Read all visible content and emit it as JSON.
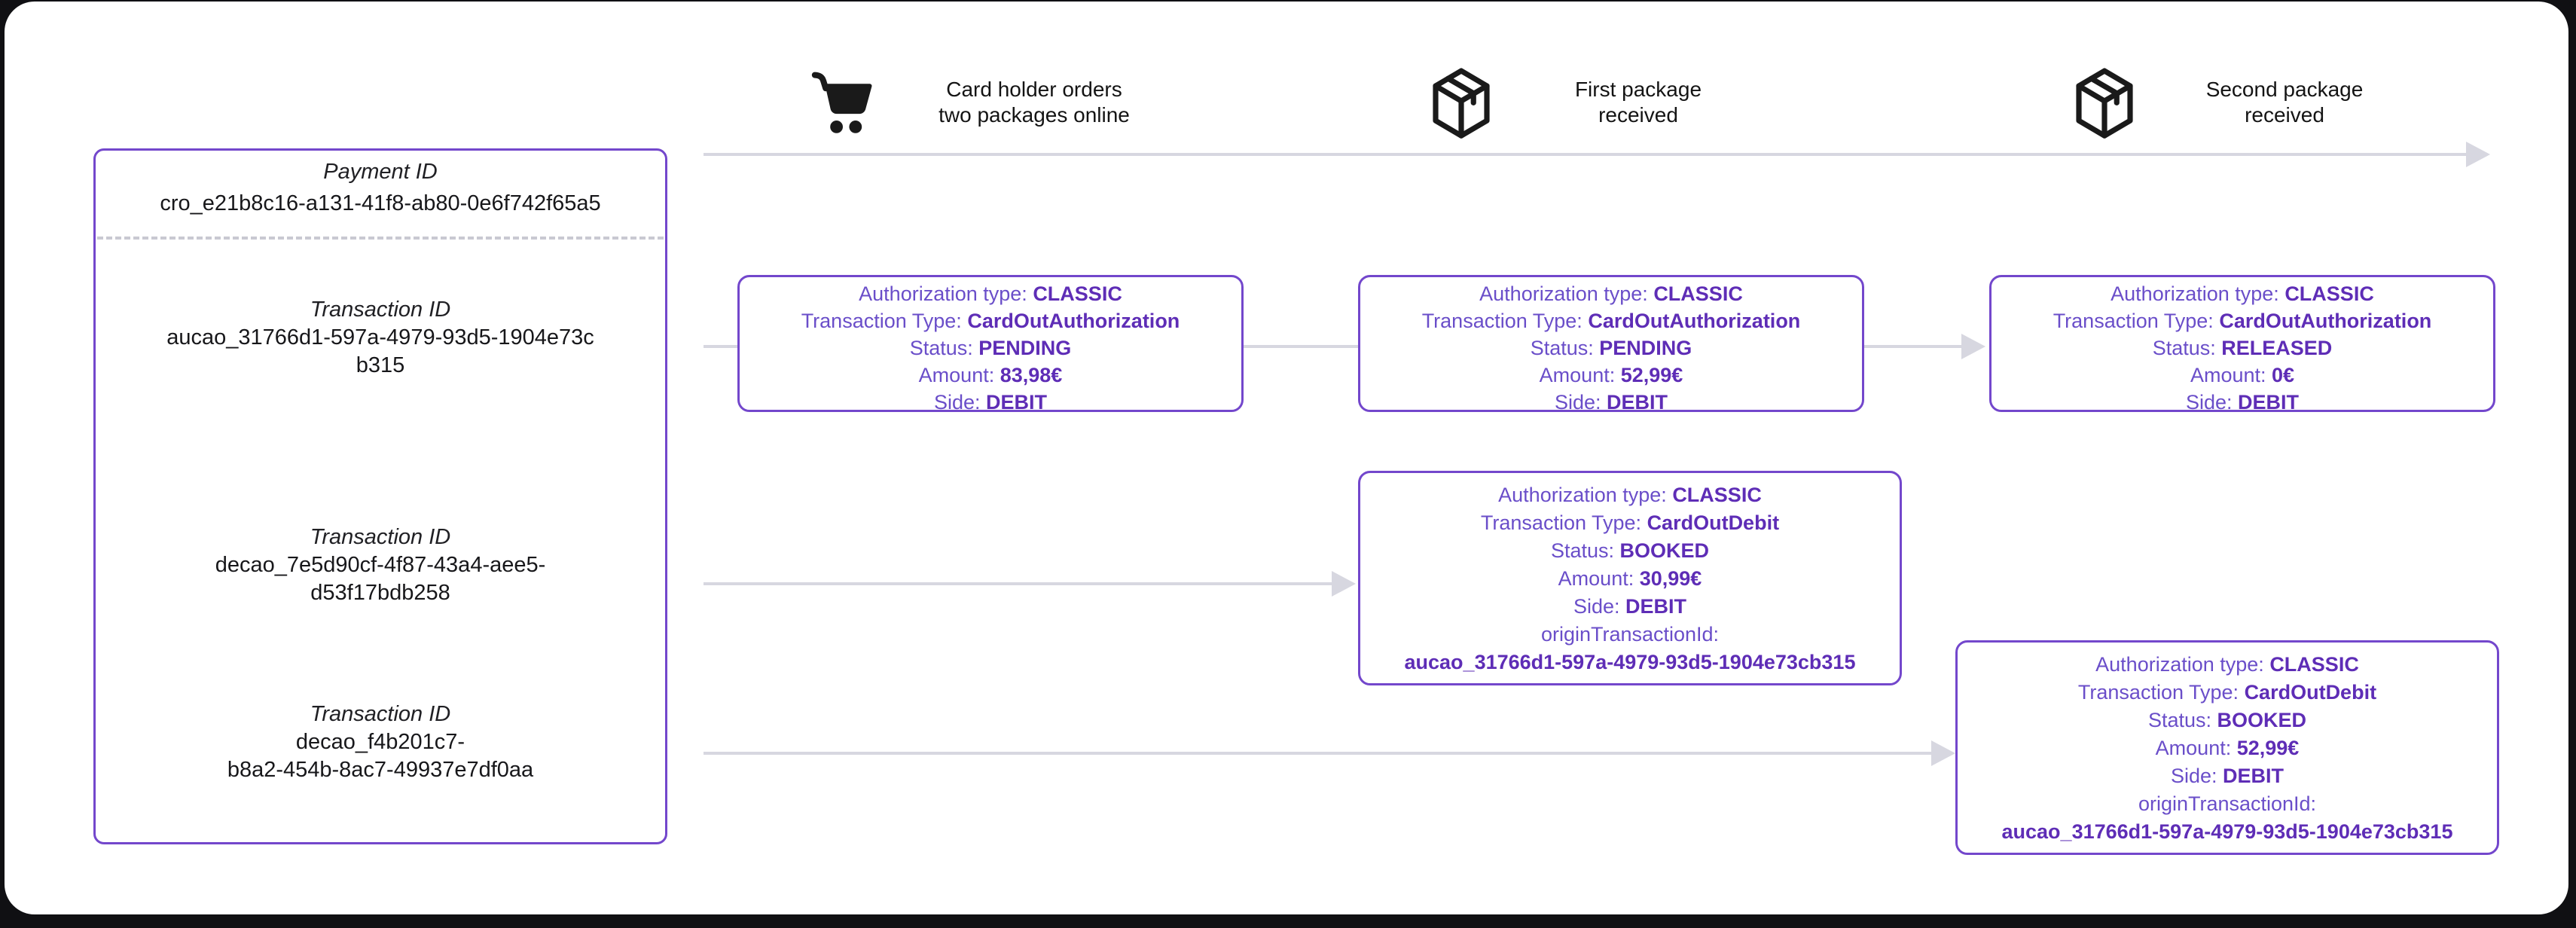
{
  "colors": {
    "accent_purple_border": "#7347cc",
    "purple_label_text": "#6a4ec9",
    "purple_value_text": "#5e2db6",
    "connector_gray": "#d7d7e0",
    "dark_text": "#17171a"
  },
  "timeline": {
    "steps": [
      {
        "icon": "shopping-cart",
        "line1": "Card holder orders",
        "line2": "two packages online"
      },
      {
        "icon": "package",
        "line1": "First package",
        "line2": "received"
      },
      {
        "icon": "package",
        "line1": "Second package",
        "line2": "received"
      }
    ]
  },
  "payment_panel": {
    "payment_label": "Payment ID",
    "payment_id": "cro_e21b8c16-a131-41f8-ab80-0e6f742f65a5",
    "transactions": [
      {
        "label": "Transaction ID",
        "id_line1": "aucao_31766d1-597a-4979-93d5-1904e73c",
        "id_line2": "b315"
      },
      {
        "label": "Transaction ID",
        "id_line1": "decao_7e5d90cf-4f87-43a4-aee5-",
        "id_line2": "d53f17bdb258"
      },
      {
        "label": "Transaction ID",
        "id_line1": "decao_f4b201c7-",
        "id_line2": "b8a2-454b-8ac7-49937e7df0aa"
      }
    ]
  },
  "transaction_boxes": [
    {
      "fields": [
        {
          "label": "Authorization type:",
          "value": "CLASSIC"
        },
        {
          "label": "Transaction Type:",
          "value": "CardOutAuthorization"
        },
        {
          "label": "Status:",
          "value": "PENDING"
        },
        {
          "label": "Amount:",
          "value": "83,98€"
        },
        {
          "label": "Side:",
          "value": "DEBIT"
        }
      ]
    },
    {
      "fields": [
        {
          "label": "Authorization type:",
          "value": "CLASSIC"
        },
        {
          "label": "Transaction Type:",
          "value": "CardOutAuthorization"
        },
        {
          "label": "Status:",
          "value": "PENDING"
        },
        {
          "label": "Amount:",
          "value": "52,99€"
        },
        {
          "label": "Side:",
          "value": "DEBIT"
        }
      ]
    },
    {
      "fields": [
        {
          "label": "Authorization type:",
          "value": "CLASSIC"
        },
        {
          "label": "Transaction Type:",
          "value": "CardOutAuthorization"
        },
        {
          "label": "Status:",
          "value": "RELEASED"
        },
        {
          "label": "Amount:",
          "value": "0€"
        },
        {
          "label": "Side:",
          "value": "DEBIT"
        }
      ]
    },
    {
      "fields": [
        {
          "label": "Authorization type:",
          "value": "CLASSIC"
        },
        {
          "label": "Transaction Type:",
          "value": "CardOutDebit"
        },
        {
          "label": "Status:",
          "value": "BOOKED"
        },
        {
          "label": "Amount:",
          "value": "30,99€"
        },
        {
          "label": "Side:",
          "value": "DEBIT"
        },
        {
          "label": "originTransactionId:",
          "value": "aucao_31766d1-597a-4979-93d5-1904e73cb315"
        }
      ]
    },
    {
      "fields": [
        {
          "label": "Authorization type:",
          "value": "CLASSIC"
        },
        {
          "label": "Transaction Type:",
          "value": "CardOutDebit"
        },
        {
          "label": "Status:",
          "value": "BOOKED"
        },
        {
          "label": "Amount:",
          "value": "52,99€"
        },
        {
          "label": "Side:",
          "value": "DEBIT"
        },
        {
          "label": "originTransactionId:",
          "value": "aucao_31766d1-597a-4979-93d5-1904e73cb315"
        }
      ]
    }
  ]
}
